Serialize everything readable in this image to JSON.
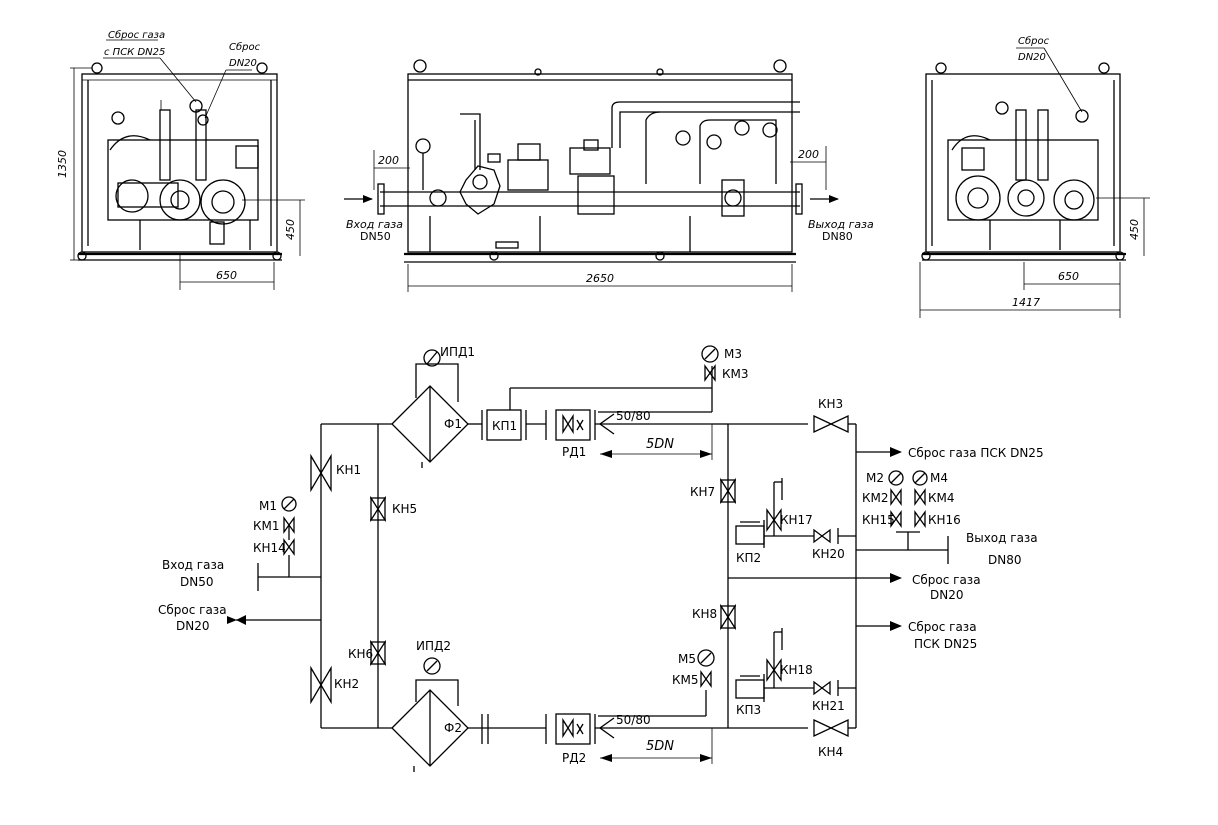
{
  "drawings": {
    "left_view": {
      "leader_top": "Сброс газа",
      "leader_top_2": "с ПСК DN25",
      "leader_right": "Сброс",
      "leader_right_2": "DN20",
      "dim_height": "1350",
      "dim_side": "450",
      "dim_width": "650"
    },
    "front_view": {
      "inlet_label": "Вход газа",
      "inlet_size": "DN50",
      "outlet_label": "Выход газа",
      "outlet_size": "DN80",
      "dim_left": "200",
      "dim_right": "200",
      "dim_length": "2650"
    },
    "right_view": {
      "leader_top": "Сброс",
      "leader_top_2": "DN20",
      "dim_side": "450",
      "dim_width": "650",
      "dim_total": "1417"
    }
  },
  "scheme": {
    "ipd1": "ИПД1",
    "ipd2": "ИПД2",
    "f1": "Ф1",
    "f2": "Ф2",
    "kp1": "КП1",
    "kp2": "КП2",
    "kp3": "КП3",
    "rd1": "РД1",
    "rd2": "РД2",
    "ratio1": "50/80",
    "ratio2": "50/80",
    "dn1": "5DN",
    "dn2": "5DN",
    "m1": "М1",
    "m2": "М2",
    "m3": "М3",
    "m4": "М4",
    "m5": "М5",
    "km1": "КМ1",
    "km2": "КМ2",
    "km3": "КМ3",
    "km4": "КМ4",
    "km5": "КМ5",
    "kn1": "КН1",
    "kn2": "КН2",
    "kn3": "КН3",
    "kn4": "КН4",
    "kn5": "КН5",
    "kn6": "КН6",
    "kn7": "КН7",
    "kn8": "КН8",
    "kn14": "КН14",
    "kn15": "КН15",
    "kn16": "КН16",
    "kn17": "КН17",
    "kn18": "КН18",
    "kn20": "КН20",
    "kn21": "КН21",
    "inlet_label": "Вход газа",
    "inlet_size": "DN50",
    "vent_left_label": "Сброс газа",
    "vent_left_size": "DN20",
    "vent_psk_top": "Сброс газа ПСК DN25",
    "outlet_label": "Выход газа",
    "outlet_size": "DN80",
    "vent_mid_label": "Сброс газа",
    "vent_mid_size": "DN20",
    "vent_psk_bottom_label": "Сброс газа",
    "vent_psk_bottom_size": "ПСК DN25"
  }
}
